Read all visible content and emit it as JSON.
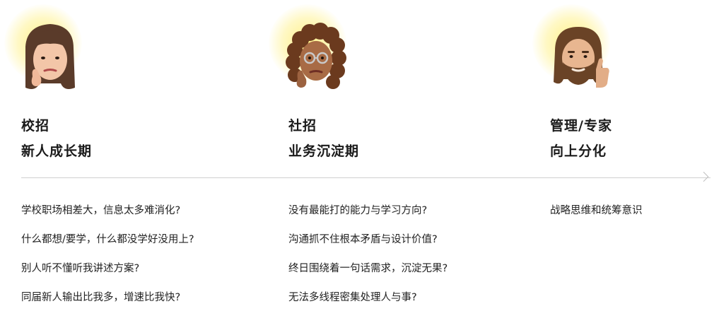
{
  "columns": [
    {
      "title": "校招",
      "subtitle": "新人成长期",
      "questions": [
        "学校职场相差大，信息太多难消化?",
        "什么都想/要学，什么都没学好没用上?",
        "别人听不懂听我讲述方案?",
        "同届新人输出比我多，增速比我快?"
      ]
    },
    {
      "title": "社招",
      "subtitle": "业务沉淀期",
      "questions": [
        "没有最能打的能力与学习方向?",
        "沟通抓不住根本矛盾与设计价值?",
        "终日围绕着一句话需求，沉淀无果?",
        "无法多线程密集处理人与事?"
      ]
    },
    {
      "title": "管理/专家",
      "subtitle": "向上分化",
      "questions": [
        "战略思维和统筹意识"
      ]
    }
  ],
  "colors": {
    "glow": "#fff3a0",
    "text": "#1a1a1a",
    "timeline": "#cfcfcf"
  }
}
